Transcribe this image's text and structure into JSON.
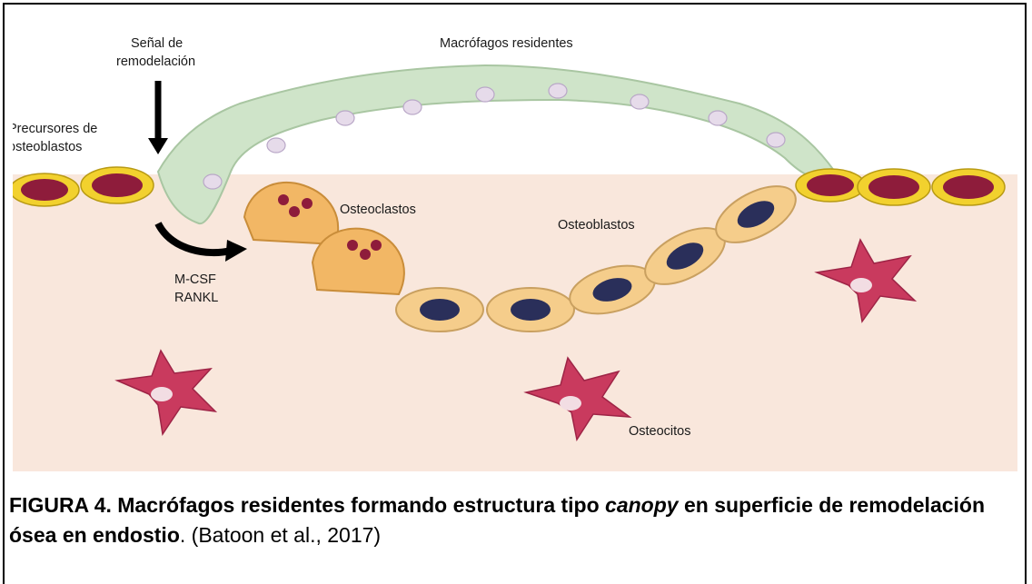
{
  "labels": {
    "signal": [
      "Señal de",
      "remodelación"
    ],
    "macrophages": "Macrófagos residentes",
    "precursors": [
      "Precursores de",
      "osteoblastos"
    ],
    "osteoclasts": "Osteoclastos",
    "osteoblasts": "Osteoblastos",
    "factors": [
      "M-CSF",
      "RANKL"
    ],
    "osteocytes": "Osteocitos"
  },
  "caption": {
    "bold_a": "FIGURA 4. Macrófagos residentes formando estructura tipo ",
    "italic": "canopy",
    "bold_b": " en superficie de remodelación ósea en endostio",
    "normal": ". (Batoon et al., 2017)"
  },
  "colors": {
    "bone": "#f9e7dc",
    "macrophage": "#cfe4c9",
    "osteoclast": "#f2b765",
    "osteoblast": "#f5cd8b",
    "osteoblast_nucleus": "#2a2f5a",
    "precursor": "#f2d12e",
    "precursor_core": "#8e1c3b",
    "osteocyte": "#c93a5e"
  }
}
